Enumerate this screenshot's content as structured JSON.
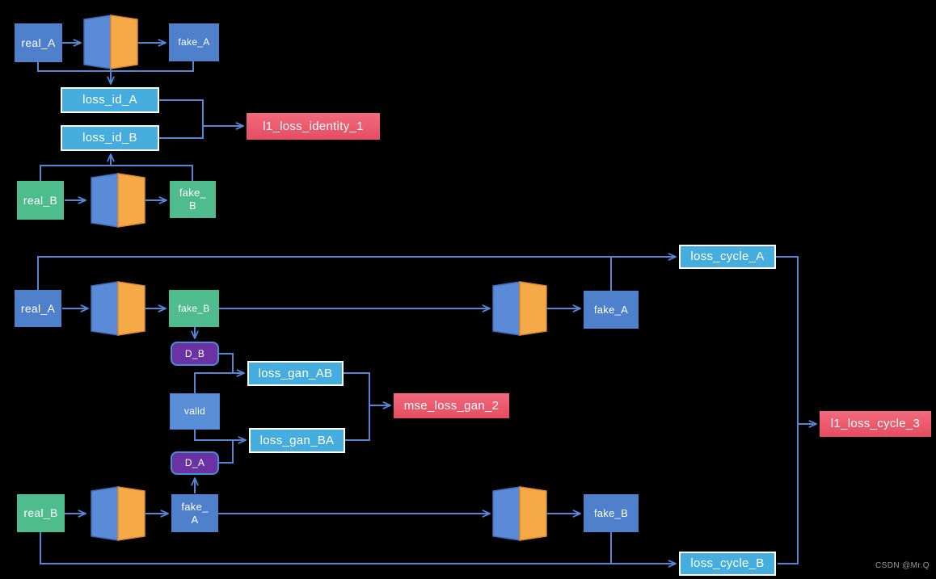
{
  "diagram_type": "CycleGAN training flow diagram",
  "watermark": "CSDN @Mr.Q",
  "palette": {
    "background": "#000000",
    "connector": "#5585d6",
    "node_blue": "#4e80cc",
    "node_blue_light": "#5b8ed9",
    "node_green": "#4ebc8c",
    "node_cyan": "#45aede",
    "node_red_top": "#f26a7e",
    "node_red_bottom": "#e74d60",
    "node_purple": "#6c32a4",
    "purple_border": "#4291d2",
    "generator_encoder_blue": "#5a8ad8",
    "generator_decoder_orange": "#f5a947",
    "loss_box_border": "#ffffff"
  },
  "icons": {
    "generator": "encoder-decoder-bowtie-icon",
    "arrowhead": "chevron-arrowhead-icon"
  },
  "nodes": {
    "real_a_identity": {
      "label": "real_A"
    },
    "fake_a_identity": {
      "label": "fake_A"
    },
    "loss_id_a": {
      "label": "loss_id_A"
    },
    "loss_id_b": {
      "label": "loss_id_B"
    },
    "l1_loss_identity_1": {
      "label": "l1_loss_identity_1"
    },
    "real_b_identity": {
      "label": "real_B"
    },
    "fake_b_identity": {
      "label": "fake_\nB"
    },
    "real_a_gan": {
      "label": "real_A"
    },
    "fake_b_gan": {
      "label": "fake_B"
    },
    "d_b": {
      "label": "D_B"
    },
    "valid": {
      "label": "valid"
    },
    "d_a": {
      "label": "D_A"
    },
    "loss_gan_ab": {
      "label": "loss_gan_AB"
    },
    "loss_gan_ba": {
      "label": "loss_gan_BA"
    },
    "mse_loss_gan_2": {
      "label": "mse_loss_gan_2"
    },
    "fake_a_cycle": {
      "label": "fake_A"
    },
    "loss_cycle_a": {
      "label": "loss_cycle_A"
    },
    "real_b_gan": {
      "label": "real_B"
    },
    "fake_a_gan": {
      "label": "fake_\nA"
    },
    "fake_b_cycle": {
      "label": "fake_B"
    },
    "loss_cycle_b": {
      "label": "loss_cycle_B"
    },
    "l1_loss_cycle_3": {
      "label": "l1_loss_cycle_3"
    }
  }
}
